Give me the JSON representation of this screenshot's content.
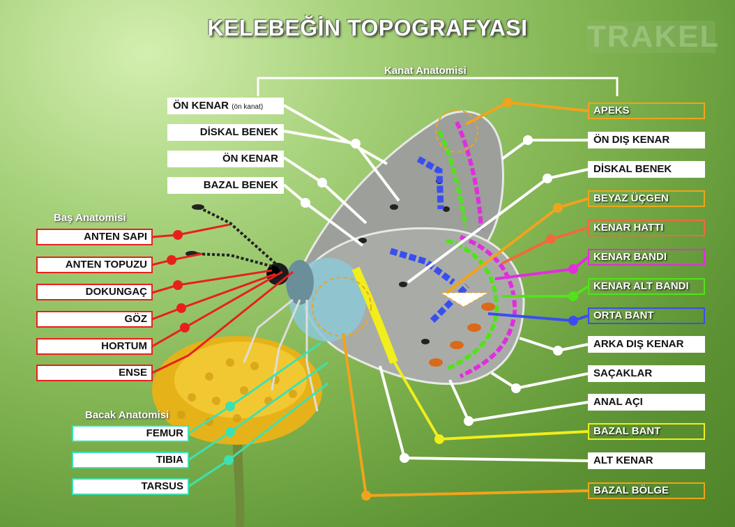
{
  "title": "KELEBEĞİN TOPOGRAFYASI",
  "watermark": "TRAKEL",
  "groups": {
    "wing": "Kanat Anatomisi",
    "head": "Baş Anatomisi",
    "leg": "Bacak Anatomisi"
  },
  "left_labels": {
    "on_kenar_on_kanat": "ÖN KENAR",
    "on_kanat_note": "(ön kanat)",
    "diskal_benek": "DİSKAL BENEK",
    "on_kenar": "ÖN KENAR",
    "bazal_benek": "BAZAL BENEK"
  },
  "head_labels": [
    "ANTEN SAPI",
    "ANTEN TOPUZU",
    "DOKUNGAÇ",
    "GÖZ",
    "HORTUM",
    "ENSE"
  ],
  "leg_labels": [
    "FEMUR",
    "TIBIA",
    "TARSUS"
  ],
  "right_labels": [
    "APEKS",
    "ÖN DIŞ KENAR",
    "DİSKAL BENEK",
    "BEYAZ ÜÇGEN",
    "KENAR HATTI",
    "KENAR BANDI",
    "KENAR ALT BANDI",
    "ORTA BANT",
    "ARKA DIŞ KENAR",
    "SAÇAKLAR",
    "ANAL AÇI",
    "BAZAL BANT",
    "ALT KENAR",
    "BAZAL BÖLGE"
  ],
  "colors": {
    "white": "#ffffff",
    "head": "#e8201c",
    "leg": "#3fe0b0",
    "apeks": "#f0a41c",
    "beyaz_ucgen": "#f0a41c",
    "kenar_hatti": "#f06a3a",
    "kenar_bandi": "#e22ce0",
    "kenar_alt_bandi": "#52e21c",
    "orta_bant": "#3a4ef0",
    "bazal_bant": "#f0ee1c",
    "bazal_bolge": "#f0a41c"
  }
}
